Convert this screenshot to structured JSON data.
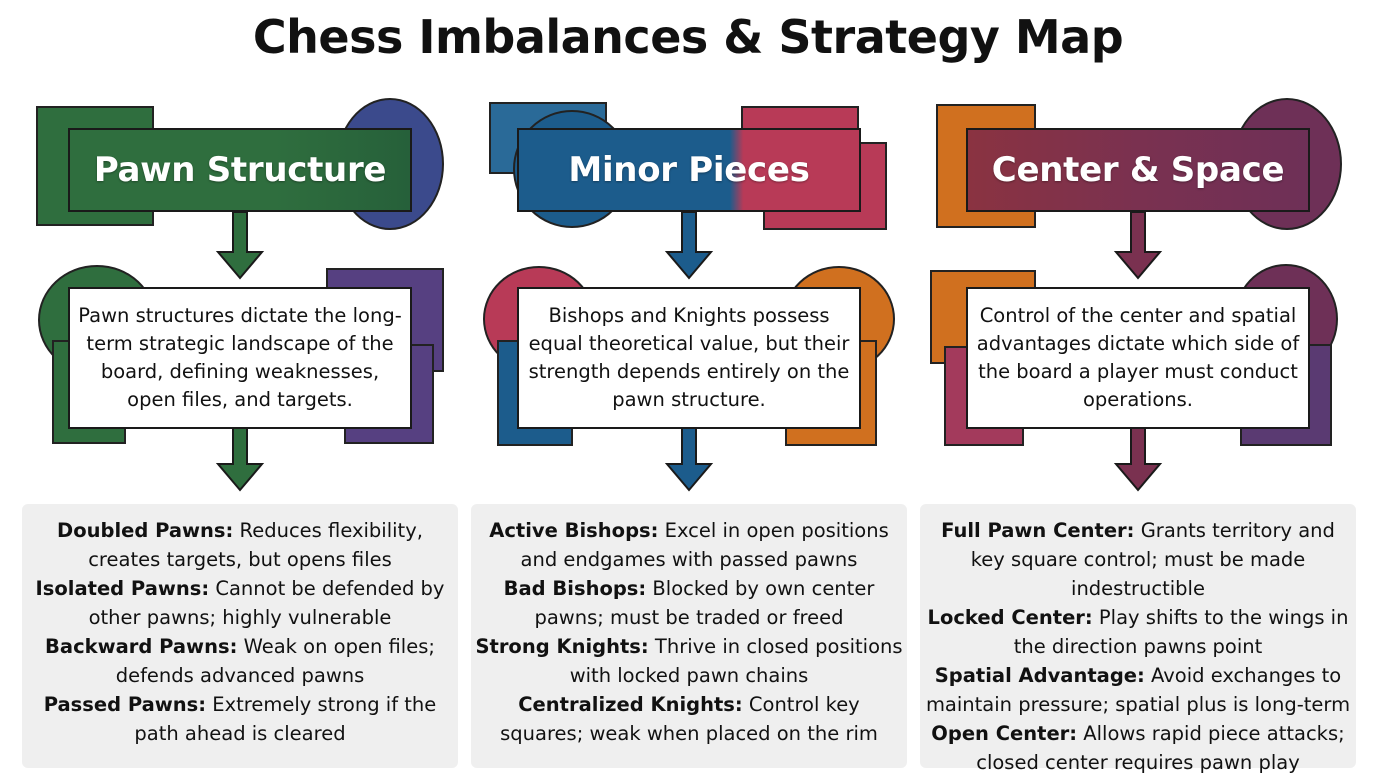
{
  "title": "Chess Imbalances & Strategy Map",
  "colors": {
    "green": "#2f6e3e",
    "navy": "#3b4a8c",
    "teal": "#1c5c8c",
    "crimson": "#b83a57",
    "orange": "#d0701f",
    "plum": "#6e3057",
    "purple": "#564081"
  },
  "columns": [
    {
      "title": "Pawn Structure",
      "description": "Pawn structures dictate the long-term strategic landscape of the board, defining weaknesses, open files, and targets.",
      "items": [
        {
          "term": "Doubled Pawns:",
          "text": "Reduces flexibility, creates targets, but opens files"
        },
        {
          "term": "Isolated Pawns:",
          "text": "Cannot be defended by other pawns; highly vulnerable"
        },
        {
          "term": "Backward Pawns:",
          "text": "Weak on open files; defends advanced pawns"
        },
        {
          "term": "Passed Pawns:",
          "text": "Extremely strong if the path ahead is cleared"
        }
      ]
    },
    {
      "title": "Minor Pieces",
      "description": "Bishops and Knights possess equal theoretical value, but their strength depends entirely on the pawn structure.",
      "items": [
        {
          "term": "Active Bishops:",
          "text": "Excel in open positions and endgames with passed pawns"
        },
        {
          "term": "Bad Bishops:",
          "text": "Blocked by own center pawns; must be traded or freed"
        },
        {
          "term": "Strong Knights:",
          "text": "Thrive in closed positions with locked pawn chains"
        },
        {
          "term": "Centralized Knights:",
          "text": "Control key squares; weak when placed on the rim"
        }
      ]
    },
    {
      "title": "Center & Space",
      "description": "Control of the center and spatial advantages dictate which side of the board a player must conduct operations.",
      "items": [
        {
          "term": "Full Pawn Center:",
          "text": "Grants territory and key square control; must be made indestructible"
        },
        {
          "term": "Locked Center:",
          "text": "Play shifts to the wings in the direction pawns point"
        },
        {
          "term": "Spatial Advantage:",
          "text": "Avoid exchanges to maintain pressure; spatial plus is long-term"
        },
        {
          "term": "Open Center:",
          "text": "Allows rapid piece attacks; closed center requires pawn play"
        }
      ]
    }
  ]
}
